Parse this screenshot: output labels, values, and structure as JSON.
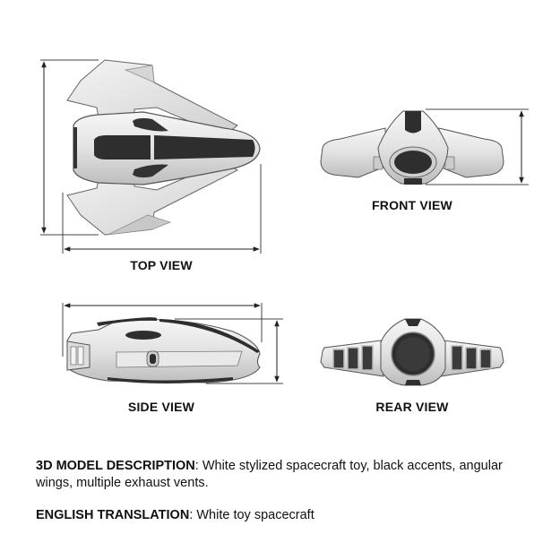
{
  "views": {
    "top": {
      "label": "TOP VIEW"
    },
    "front": {
      "label": "FRONT VIEW"
    },
    "side": {
      "label": "SIDE VIEW"
    },
    "rear": {
      "label": "REAR VIEW"
    }
  },
  "description": {
    "model_label": "3D MODEL DESCRIPTION",
    "model_text": ": White stylized spacecraft toy, black accents, angular wings, multiple exhaust vents.",
    "translation_label": "ENGLISH TRANSLATION",
    "translation_text": ": White toy spacecraft"
  },
  "colors": {
    "body": "#e8e8e8",
    "accent": "#2e2e2e",
    "outline": "#555555",
    "background": "#ffffff"
  }
}
